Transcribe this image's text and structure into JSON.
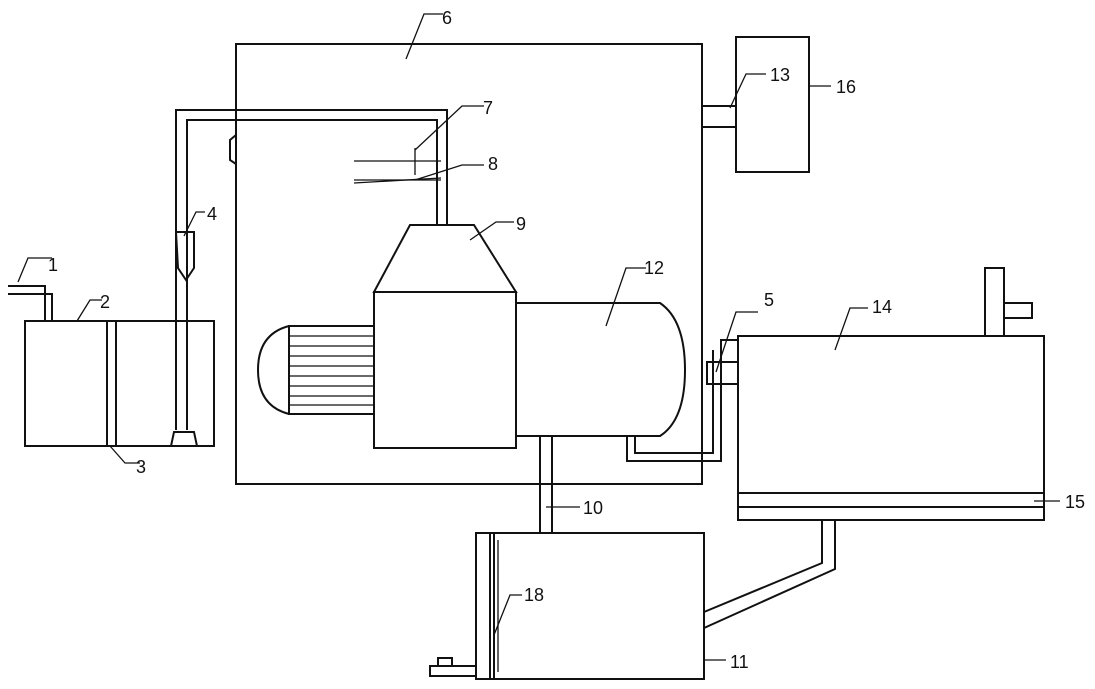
{
  "labels": {
    "l1": "1",
    "l2": "2",
    "l3": "3",
    "l4": "4",
    "l5": "5",
    "l6": "6",
    "l7": "7",
    "l8": "8",
    "l9": "9",
    "l10": "10",
    "l11": "11",
    "l12": "12",
    "l13": "13",
    "l14": "14",
    "l15": "15",
    "l16": "16",
    "l18": "18"
  }
}
